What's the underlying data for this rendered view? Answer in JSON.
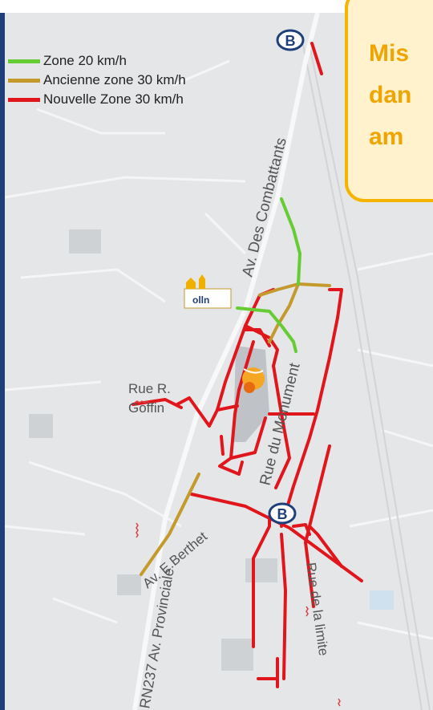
{
  "legend": {
    "items": [
      {
        "label": "Zone 20 km/h",
        "color": "#66cc33"
      },
      {
        "label": "Ancienne zone 30 km/h",
        "color": "#c49a2c"
      },
      {
        "label": "Nouvelle Zone 30 km/h",
        "color": "#e0161c"
      }
    ]
  },
  "callout": {
    "line1": "Mis",
    "line2": "dan",
    "line3": "am"
  },
  "streets": {
    "combattants": "Av. Des Combattants",
    "monument": "Rue du Monument",
    "rue_r": "Rue R.",
    "goffin": "Goffin",
    "provinciale": "RN237 Av. Provinciale",
    "berthet": "Av. E.Berthet",
    "limite": "Rue de la limite"
  },
  "station_icon": "B",
  "olln_logo": "olln",
  "colors": {
    "map_bg": "#e4e6e8",
    "zone20": "#66cc33",
    "old30": "#c49a2c",
    "new30": "#e0161c",
    "station_blue": "#1f3f7a"
  }
}
